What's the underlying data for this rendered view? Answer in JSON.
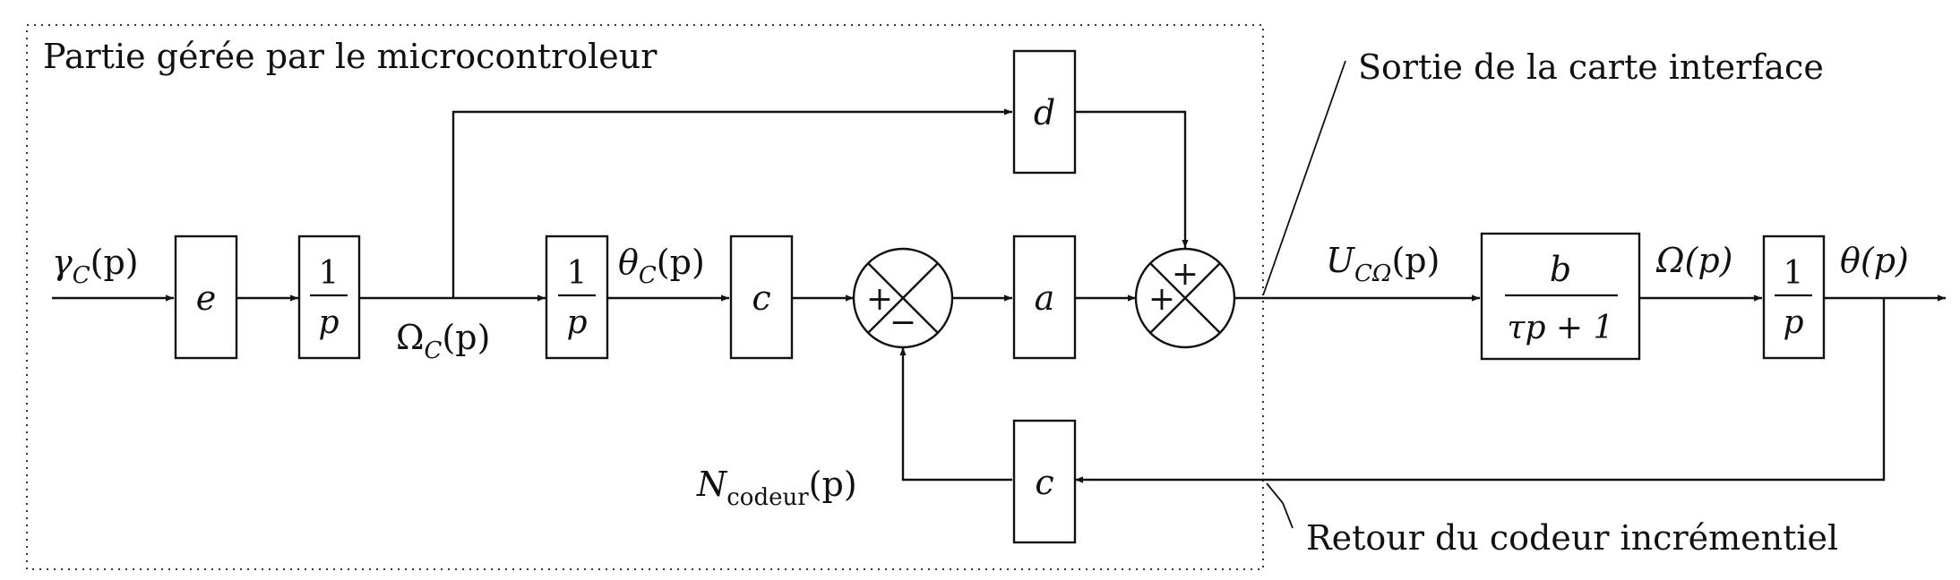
{
  "region_label": "Partie gérée par le microcontroleur",
  "annotations": {
    "output_card": "Sortie de la carte interface",
    "encoder_return": "Retour du codeur incrémentiel"
  },
  "blocks": {
    "e": "e",
    "d": "d",
    "a": "a",
    "c_forward": "c",
    "c_feedback": "c",
    "integrator_num": "1",
    "integrator_den": "p",
    "plant_num": "b",
    "plant_den": "τp + 1"
  },
  "signals": {
    "gamma_c": {
      "main": "γ",
      "sub": "C",
      "arg": "(p)"
    },
    "omega_c": {
      "main": "Ω",
      "sub": "C",
      "arg": "(p)"
    },
    "theta_c": {
      "main": "θ",
      "sub": "C",
      "arg": "(p)"
    },
    "u_c_omega": {
      "main": "U",
      "sub": "CΩ",
      "arg": "(p)"
    },
    "omega": "Ω(p)",
    "theta": "θ(p)",
    "n_codeur": {
      "main": "N",
      "sub": "codeur",
      "arg": "(p)"
    }
  },
  "summing_signs": {
    "sum1_left": "+",
    "sum1_bottom": "−",
    "sum2_left": "+",
    "sum2_top": "+"
  }
}
